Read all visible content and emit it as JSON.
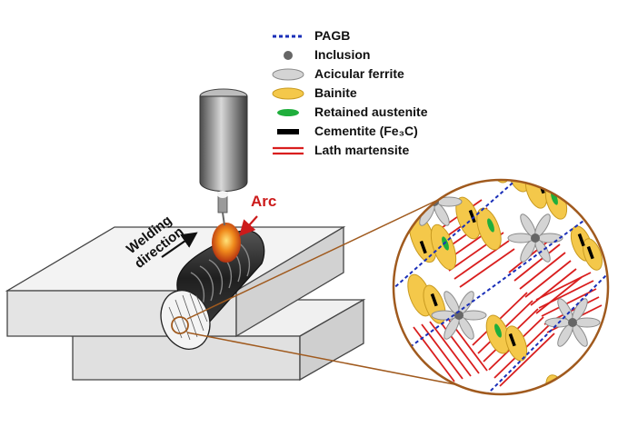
{
  "legend": {
    "items": [
      {
        "label": "PAGB",
        "symbol": "dashed-blue-line",
        "color": "#1a2fb8"
      },
      {
        "label": "Inclusion",
        "symbol": "gray-dot",
        "color": "#666666"
      },
      {
        "label": "Acicular ferrite",
        "symbol": "gray-ellipse",
        "color": "#d4d4d4"
      },
      {
        "label": "Bainite",
        "symbol": "yellow-ellipse",
        "color": "#f4c84a"
      },
      {
        "label": "Retained austenite",
        "symbol": "green-ellipse",
        "color": "#1fae3c"
      },
      {
        "label": "Cementite (Fe₃C)",
        "symbol": "black-bar",
        "color": "#000000"
      },
      {
        "label": "Lath martensite",
        "symbol": "red-double-line",
        "color": "#d91e1e"
      }
    ]
  },
  "labels": {
    "arc": "Arc",
    "welding_direction_line1": "Welding",
    "welding_direction_line2": "direction"
  },
  "colors": {
    "plate": "#e6e6e6",
    "plate_top": "#f2f2f2",
    "weld_bead": "#2a2a2a",
    "magnifier_border": "#a05a1e",
    "arc_glow": "#e0601a",
    "torch": "#8a8a8a"
  }
}
